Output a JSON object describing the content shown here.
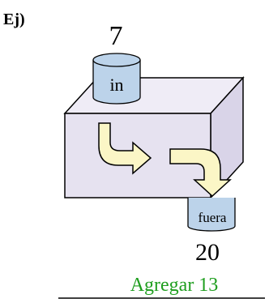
{
  "exercise_label": "Ej)",
  "input_value": "7",
  "input_label": "in",
  "output_label": "fuera",
  "output_value": "20",
  "rule_text": "Agregar 13",
  "colors": {
    "box_front": "#e6e2f0",
    "box_top": "#efecf6",
    "box_side": "#d9d4e8",
    "cylinder": "#bcd3ea",
    "arrow_fill": "#fbf6c6",
    "rule_text": "#1e9e1e",
    "stroke": "#000000"
  },
  "icons": [
    "curved-arrow-icon"
  ]
}
